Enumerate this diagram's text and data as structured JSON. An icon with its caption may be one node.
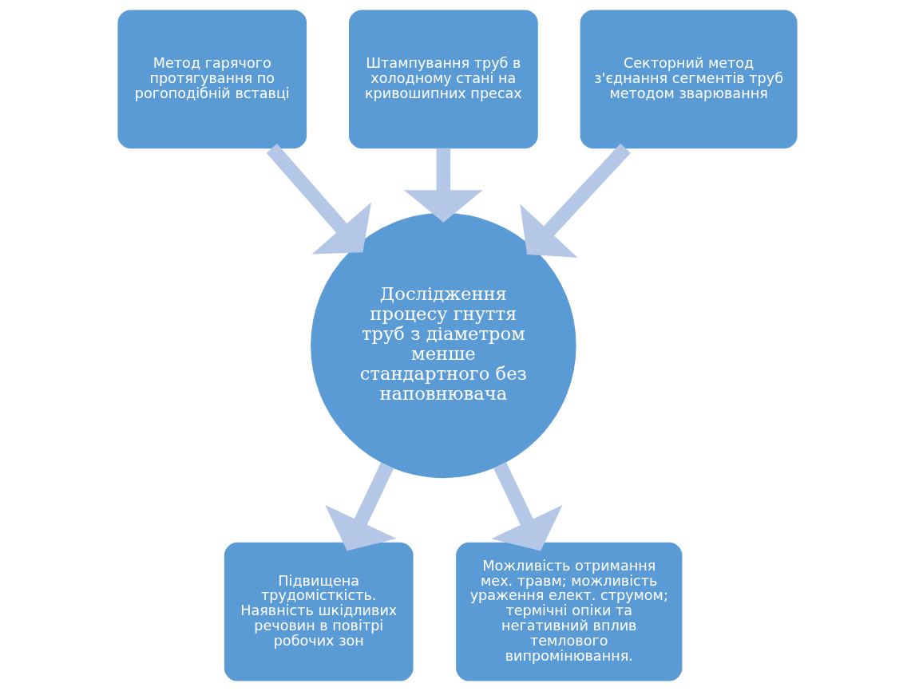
{
  "diagram": {
    "nodes": [
      {
        "text": [
          "Метод гарячого протягування по рогоподібній вставці"
        ]
      },
      {
        "text": [
          "Штампування труб в холодному стані на кривошипних пресах"
        ]
      },
      {
        "text": [
          "Секторний метод з'єднання сегментів труб методом зварювання"
        ]
      },
      {
        "text": [
          "Дослідження процесу гнуття труб з діаметром менше стандартного без наповнювача"
        ]
      },
      {
        "text": [
          "Підвищена трудомісткість. Наявність шкідливих речовин в повітрі робочих зон"
        ]
      },
      {
        "text": [
          "Можливість отримання мех. травм; можливість ураження елект. струмом; термічні опіки та негативний вплив темлового випромінювання."
        ]
      }
    ],
    "edges": [
      {
        "from": 0,
        "to": 3,
        "arrow": "to"
      },
      {
        "from": 1,
        "to": 3,
        "arrow": "to"
      },
      {
        "from": 2,
        "to": 3,
        "arrow": "to"
      },
      {
        "from": 3,
        "to": 4,
        "arrow": "to"
      },
      {
        "from": 3,
        "to": 5,
        "arrow": "to"
      }
    ]
  }
}
